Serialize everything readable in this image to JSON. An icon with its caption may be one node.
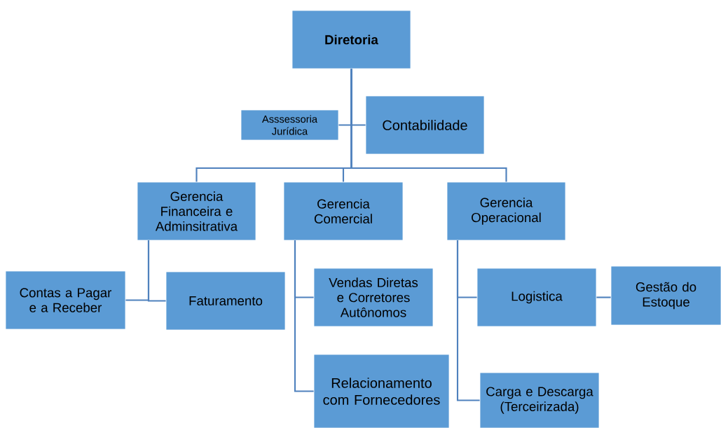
{
  "diagram": {
    "nodes": [
      {
        "text": [
          "**Diretoria**"
        ]
      },
      {
        "text": [
          "Asssessoria Jurídica"
        ]
      },
      {
        "text": [
          "Contabilidade"
        ]
      },
      {
        "text": [
          "Gerencia Financeira e Adminsitrativa"
        ]
      },
      {
        "text": [
          "Gerencia Comercial"
        ]
      },
      {
        "text": [
          "Gerencia Operacional"
        ]
      },
      {
        "text": [
          "Contas a Pagar e a Receber"
        ]
      },
      {
        "text": [
          "Faturamento"
        ]
      },
      {
        "text": [
          "Vendas Diretas e Corretores Autônomos"
        ]
      },
      {
        "text": [
          "Relacionamento com Fornecedores"
        ]
      },
      {
        "text": [
          "Logistica"
        ]
      },
      {
        "text": [
          "Gestão do Estoque"
        ]
      },
      {
        "text": [
          "Carga e Descarga (Terceirizada)"
        ]
      }
    ],
    "edges": [
      {
        "from": 0,
        "to": 1,
        "arrow": "none"
      },
      {
        "from": 0,
        "to": 2,
        "arrow": "none"
      },
      {
        "from": 0,
        "to": 3,
        "arrow": "none"
      },
      {
        "from": 0,
        "to": 4,
        "arrow": "none"
      },
      {
        "from": 0,
        "to": 5,
        "arrow": "none"
      },
      {
        "from": 3,
        "to": 6,
        "arrow": "none"
      },
      {
        "from": 3,
        "to": 7,
        "arrow": "none"
      },
      {
        "from": 4,
        "to": 8,
        "arrow": "none"
      },
      {
        "from": 4,
        "to": 9,
        "arrow": "none"
      },
      {
        "from": 5,
        "to": 10,
        "arrow": "none"
      },
      {
        "from": 5,
        "to": 12,
        "arrow": "none"
      },
      {
        "from": 10,
        "to": 11,
        "arrow": "none"
      }
    ]
  }
}
